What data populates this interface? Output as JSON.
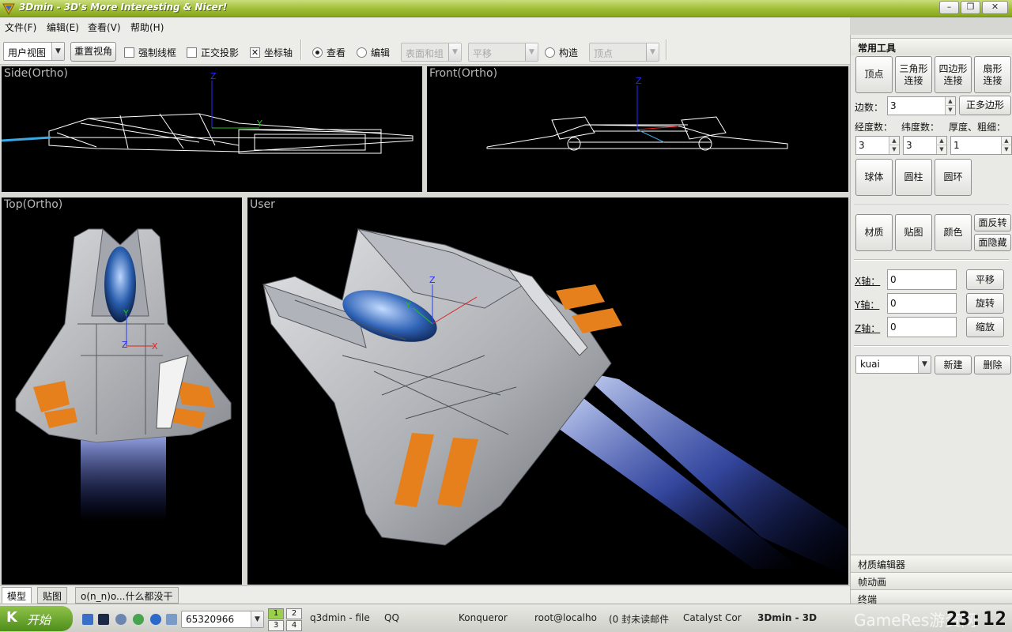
{
  "window": {
    "title": "3Dmin - 3D's More Interesting & Nicer!",
    "buttons": [
      "–",
      "❐",
      "✕"
    ]
  },
  "menu": [
    "文件(F)",
    "编辑(E)",
    "查看(V)",
    "帮助(H)"
  ],
  "toolbar": {
    "view_combo": "用户视图",
    "reset_view": "重置视角",
    "force_wireframe": {
      "label": "强制线框",
      "checked": false
    },
    "ortho_projection": {
      "label": "正交投影",
      "checked": false
    },
    "axes": {
      "label": "坐标轴",
      "checked": true
    },
    "mode_view": "查看",
    "mode_edit": "编辑",
    "surface_combo": "表面和组",
    "transform_combo": "平移",
    "mode_build": "构造",
    "vertex_combo": "顶点"
  },
  "viewports": {
    "side": "Side(Ortho)",
    "front": "Front(Ortho)",
    "top": "Top(Ortho)",
    "user": "User"
  },
  "bottom_tabs": [
    "模型",
    "贴图",
    "o(n_n)o...什么都没干"
  ],
  "right_panel": {
    "header": "常用工具",
    "row1": [
      "顶点",
      "三角形\n连接",
      "四边形\n连接",
      "扇形\n连接"
    ],
    "sides_label": "边数：",
    "sides_value": "3",
    "polygon_button": "正多边形",
    "longitude_label": "经度数：",
    "latitude_label": "纬度数：",
    "thickness_label": "厚度、粗细：",
    "longitude_value": "3",
    "latitude_value": "3",
    "thickness_value": "1",
    "row2": [
      "球体",
      "圆柱",
      "圆环"
    ],
    "row3": [
      "材质",
      "贴图",
      "颜色"
    ],
    "flip_face": "面反转",
    "hide_face": "面隐藏",
    "x_label": "X轴：",
    "y_label": "Y轴：",
    "z_label": "Z轴：",
    "x_value": "0",
    "y_value": "0",
    "z_value": "0",
    "move": "平移",
    "rotate": "旋转",
    "scale": "缩放",
    "group_combo": "kuai",
    "new": "新建",
    "delete": "删除",
    "sections": [
      "材质编辑器",
      "帧动画",
      "终端"
    ]
  },
  "taskbar": {
    "start": "开始",
    "input_value": "65320966",
    "desktops": [
      "1",
      "2",
      "3",
      "4"
    ],
    "items": [
      "q3dmin - file",
      "QQ",
      "Konqueror",
      "root@localho",
      "(0 封未读邮件",
      "Catalyst Cor",
      "3Dmin - 3D"
    ],
    "watermark": "GameRes游资网",
    "clock": "23:12"
  }
}
